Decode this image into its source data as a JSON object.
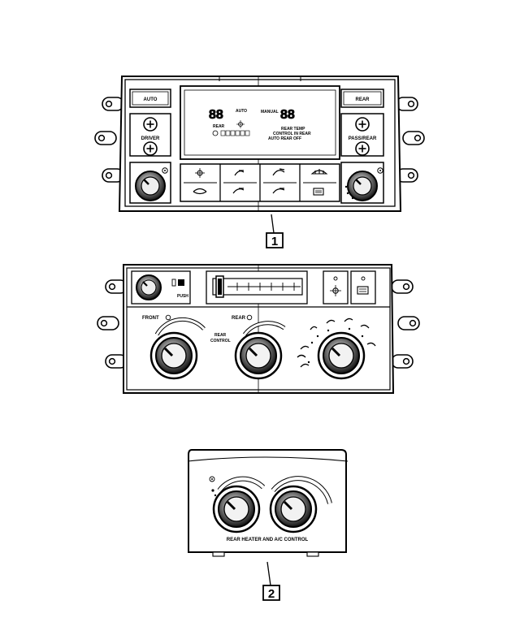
{
  "unit1": {
    "callout": "1",
    "buttons": {
      "auto": "AUTO",
      "rear": "REAR",
      "driver": "DRIVER",
      "pass_rear": "PASS/REAR"
    },
    "display": {
      "digits_left": "88",
      "digits_right": "88",
      "auto": "AUTO",
      "manual": "MANUAL",
      "rear": "REAR",
      "rear_temp": "REAR TEMP",
      "control_in_rear": "CONTROL IN REAR",
      "auto_rear_off": "AUTO REAR OFF"
    }
  },
  "unit_middle": {
    "front": "FRONT",
    "rear": "REAR",
    "rear_control": [
      "REAR",
      "CONTROL"
    ],
    "push": "PUSH"
  },
  "unit2": {
    "callout": "2",
    "label": "REAR HEATER AND A/C CONTROL"
  },
  "icons": [
    "fan-icon",
    "sun-icon",
    "defrost-icon",
    "rear-defrost-icon",
    "plus-icon",
    "vent-icon"
  ]
}
